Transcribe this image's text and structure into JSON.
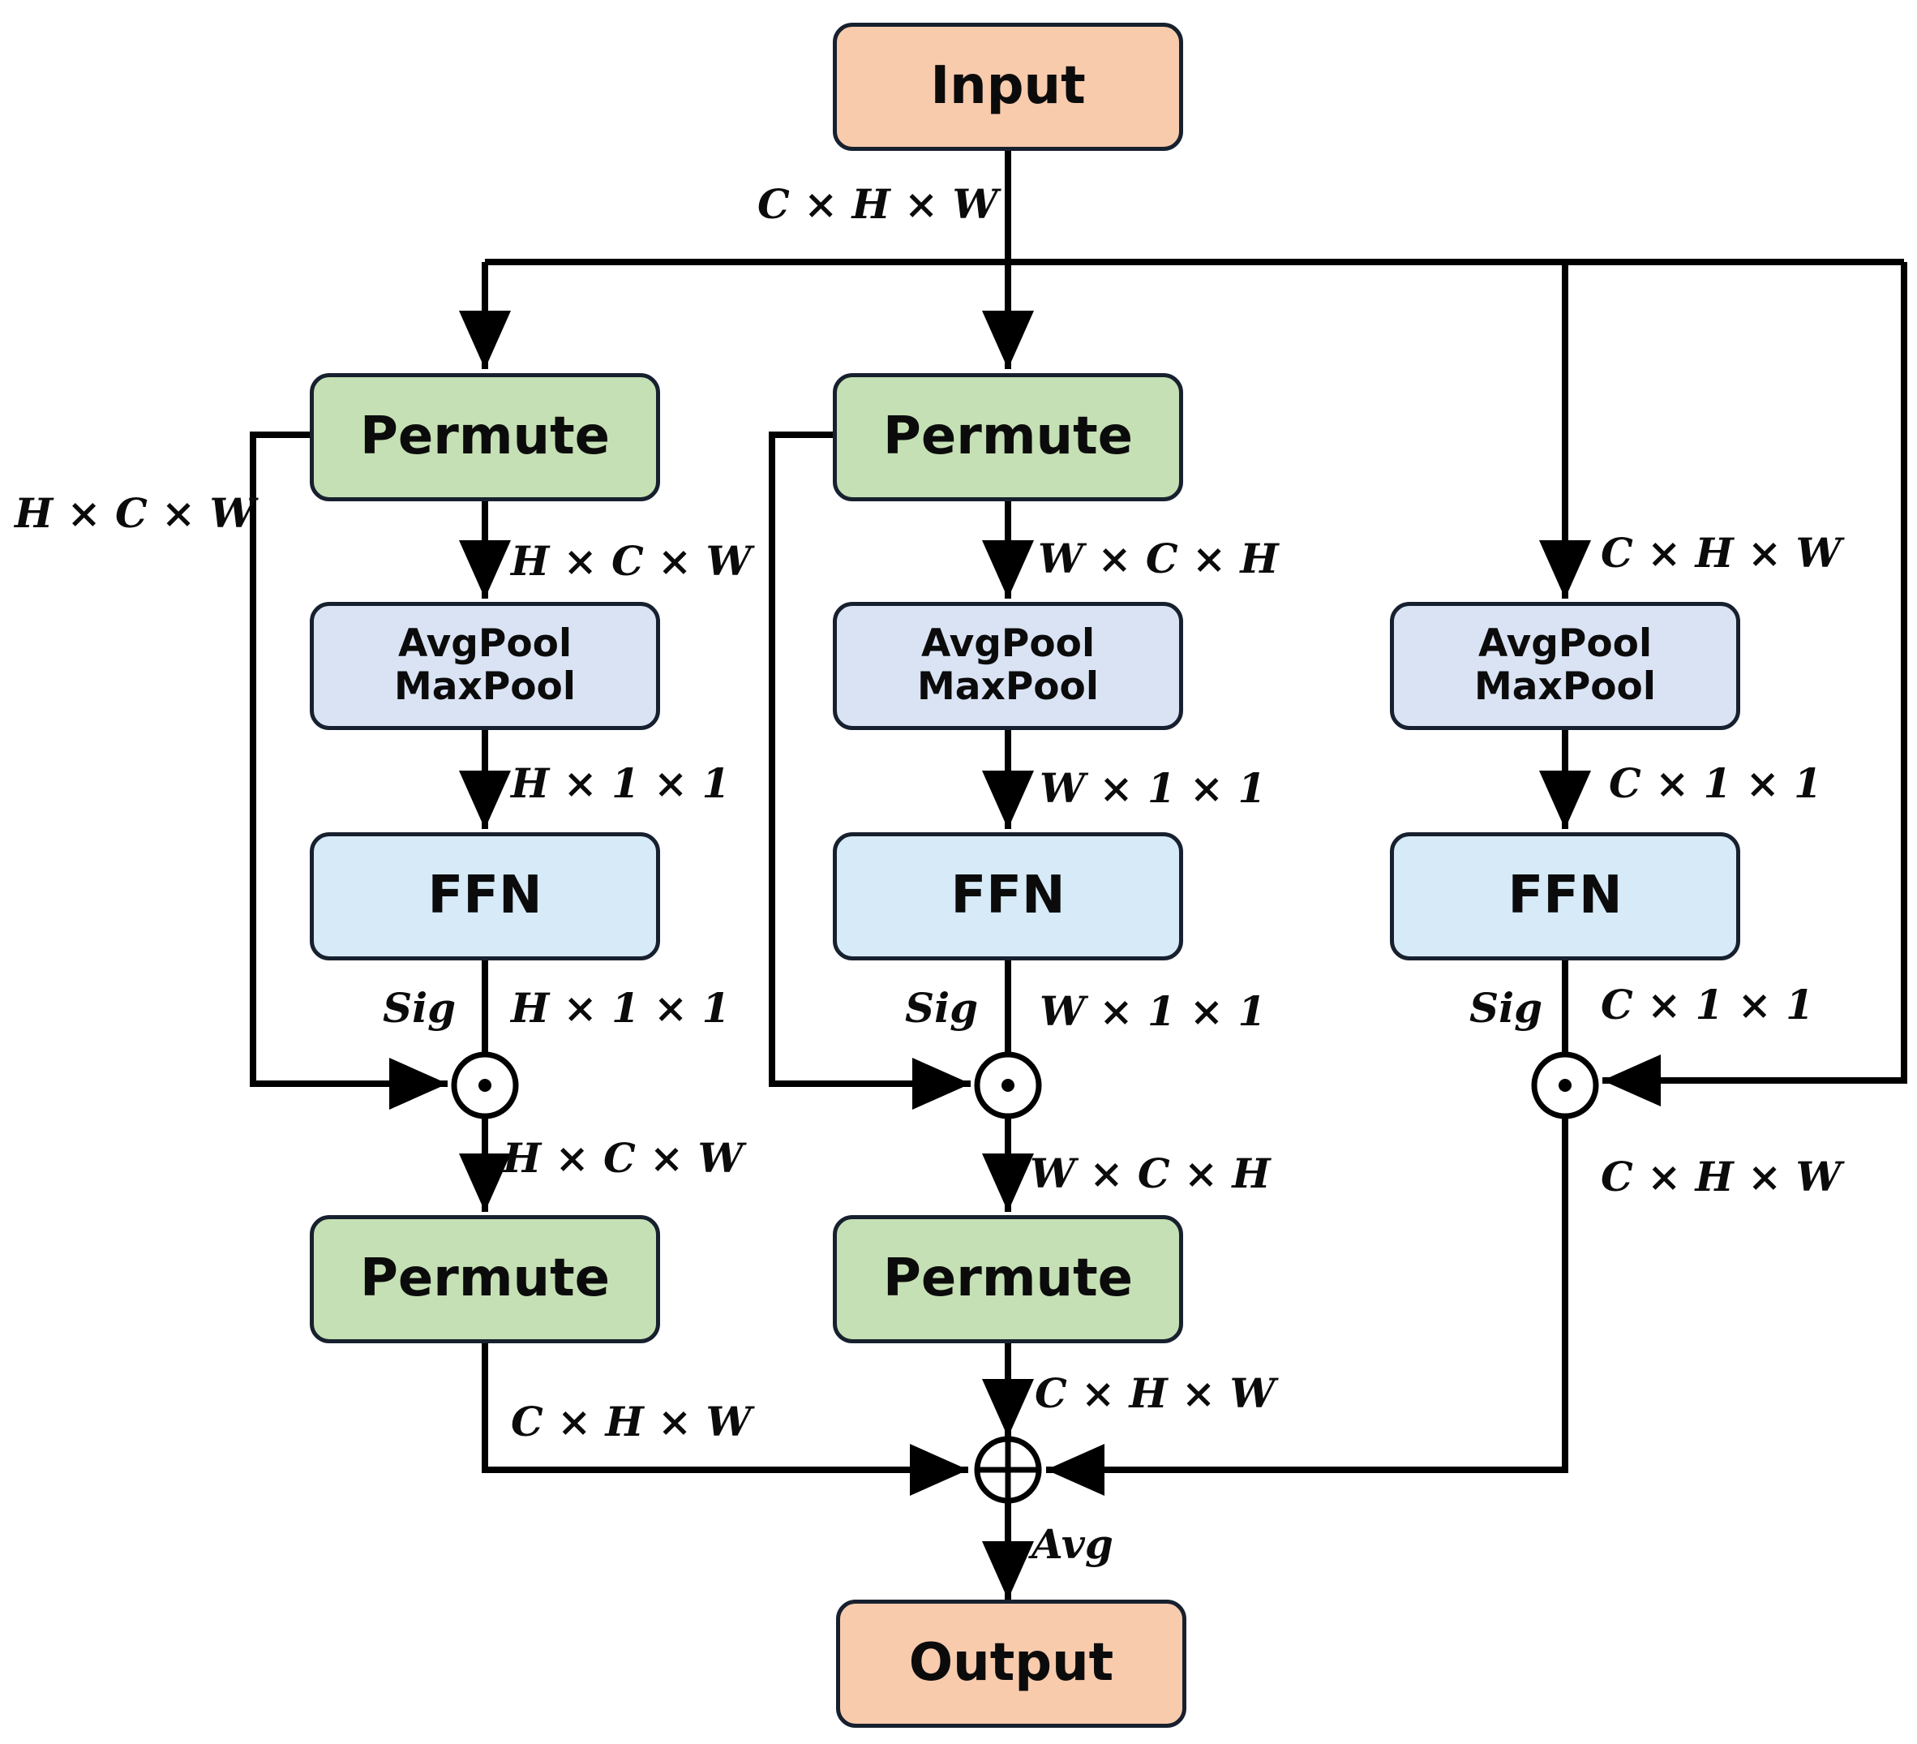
{
  "nodes": {
    "input": "Input",
    "output": "Output",
    "branch1": {
      "permute_top": "Permute",
      "pool_line1": "AvgPool",
      "pool_line2": "MaxPool",
      "ffn": "FFN",
      "permute_bottom": "Permute"
    },
    "branch2": {
      "permute_top": "Permute",
      "pool_line1": "AvgPool",
      "pool_line2": "MaxPool",
      "ffn": "FFN",
      "permute_bottom": "Permute"
    },
    "branch3": {
      "pool_line1": "AvgPool",
      "pool_line2": "MaxPool",
      "ffn": "FFN"
    }
  },
  "operators": {
    "multiply": "⊙",
    "add": "⊕"
  },
  "labels": {
    "input_shape": "C × H × W",
    "branch1": {
      "skip": "H × C × W",
      "after_permute": "H × C × W",
      "after_pool": "H × 1 × 1",
      "sig": "Sig",
      "after_ffn": "H × 1 × 1",
      "after_mult": "H × C × W",
      "after_permute_back": "C × H × W"
    },
    "branch2": {
      "after_permute": "W × C × H",
      "after_pool": "W × 1 × 1",
      "sig": "Sig",
      "after_ffn": "W × 1 × 1",
      "after_mult": "W × C × H",
      "after_permute_back": "C × H × W"
    },
    "branch3": {
      "input": "C × H × W",
      "after_pool": "C × 1 × 1",
      "sig": "Sig",
      "after_ffn": "C × 1 × 1",
      "after_mult": "C × H × W"
    },
    "avg": "Avg"
  },
  "colors": {
    "io_fill": "#f8cbad",
    "permute_fill": "#c5e0b4",
    "pool_fill": "#dae3f3",
    "ffn_fill": "#d6eaf8",
    "stroke": "#17202e",
    "line": "#000000"
  }
}
